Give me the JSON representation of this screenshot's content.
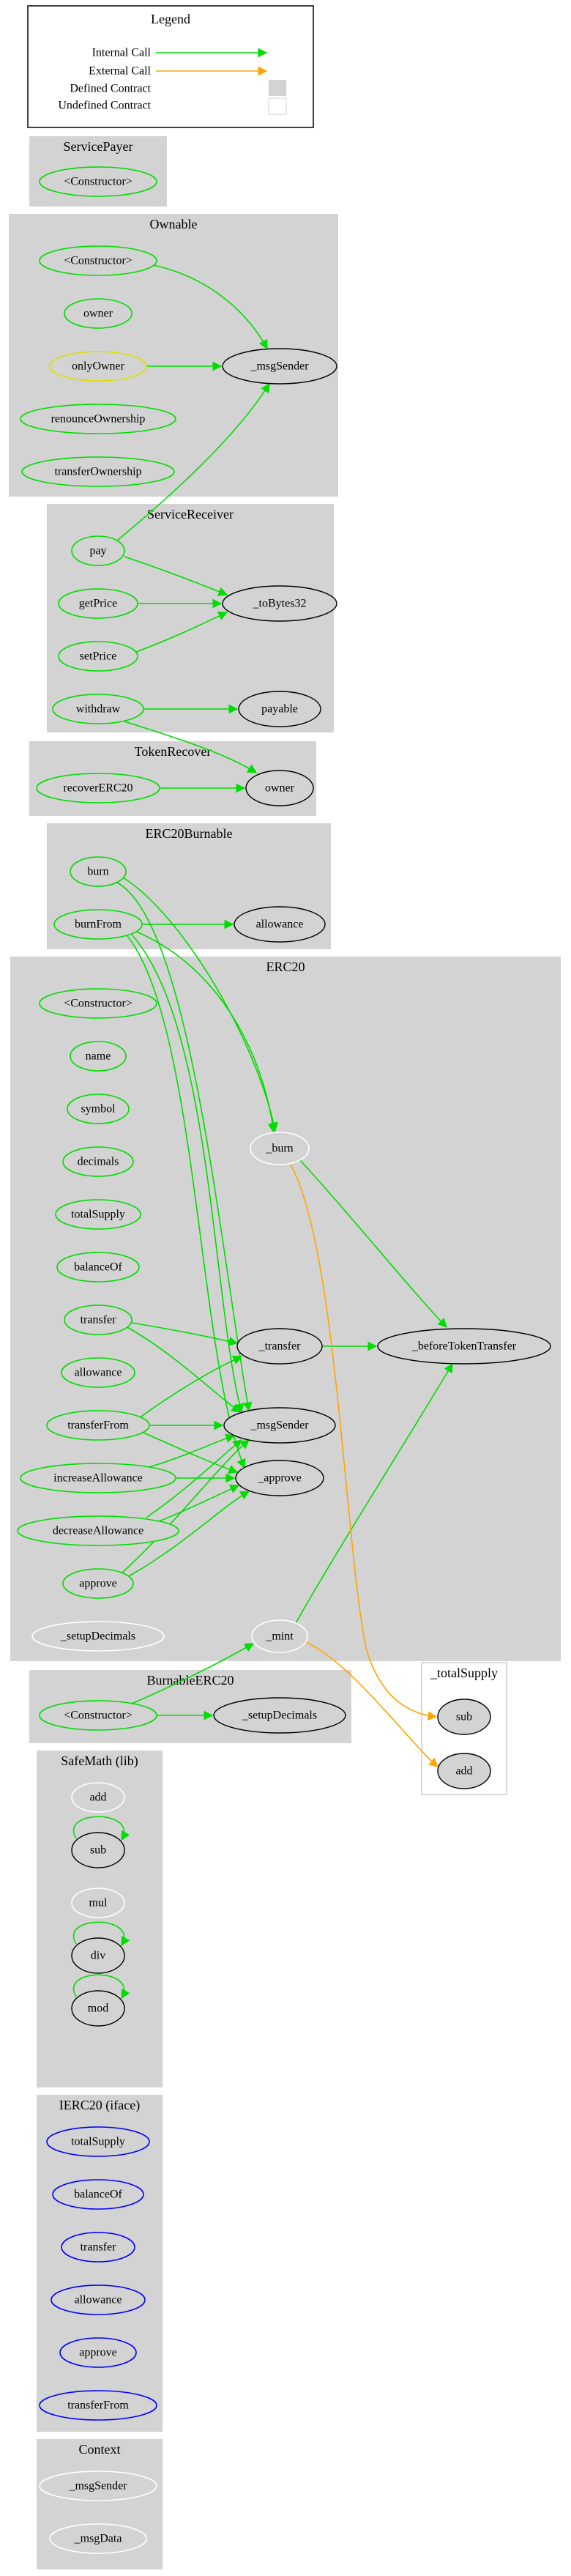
{
  "legend": {
    "title": "Legend",
    "items": [
      "Internal Call",
      "External Call",
      "Defined Contract",
      "Undefined Contract"
    ],
    "colors": {
      "internal": "#00dd00",
      "external": "#ffa500",
      "defined": "#d3d3d3",
      "undefined": "#ffffff"
    }
  },
  "colors": {
    "public": "#00dd00",
    "modifier": "#dddd00",
    "internal_stroke": "#000000",
    "undefined_internal": "#ffffff",
    "iface": "#0000ff"
  },
  "clusters": [
    {
      "title": "ServicePayer",
      "nodes": [
        {
          "id": "sp_ctor",
          "label": "<Constructor>"
        }
      ]
    },
    {
      "title": "Ownable",
      "nodes": [
        {
          "id": "ow_ctor",
          "label": "<Constructor>"
        },
        {
          "id": "ow_owner",
          "label": "owner"
        },
        {
          "id": "ow_only",
          "label": "onlyOwner"
        },
        {
          "id": "ow_renounce",
          "label": "renounceOwnership"
        },
        {
          "id": "ow_transfer",
          "label": "transferOwnership"
        },
        {
          "id": "ow_msg",
          "label": "_msgSender"
        }
      ]
    },
    {
      "title": "ServiceReceiver",
      "nodes": [
        {
          "id": "sr_pay",
          "label": "pay"
        },
        {
          "id": "sr_get",
          "label": "getPrice"
        },
        {
          "id": "sr_set",
          "label": "setPrice"
        },
        {
          "id": "sr_withdraw",
          "label": "withdraw"
        },
        {
          "id": "sr_tob",
          "label": "_toBytes32"
        },
        {
          "id": "sr_payable",
          "label": "payable"
        }
      ]
    },
    {
      "title": "TokenRecover",
      "nodes": [
        {
          "id": "tr_recover",
          "label": "recoverERC20"
        },
        {
          "id": "tr_owner",
          "label": "owner"
        }
      ]
    },
    {
      "title": "ERC20Burnable",
      "nodes": [
        {
          "id": "eb_burn",
          "label": "burn"
        },
        {
          "id": "eb_burnFrom",
          "label": "burnFrom"
        },
        {
          "id": "eb_allow",
          "label": "allowance"
        }
      ]
    },
    {
      "title": "ERC20",
      "nodes": [
        {
          "id": "e_ctor",
          "label": "<Constructor>"
        },
        {
          "id": "e_name",
          "label": "name"
        },
        {
          "id": "e_symbol",
          "label": "symbol"
        },
        {
          "id": "e_decimals",
          "label": "decimals"
        },
        {
          "id": "e_total",
          "label": "totalSupply"
        },
        {
          "id": "e_bal",
          "label": "balanceOf"
        },
        {
          "id": "e_transfer",
          "label": "transfer"
        },
        {
          "id": "e_allow",
          "label": "allowance"
        },
        {
          "id": "e_tf",
          "label": "transferFrom"
        },
        {
          "id": "e_inc",
          "label": "increaseAllowance"
        },
        {
          "id": "e_dec",
          "label": "decreaseAllowance"
        },
        {
          "id": "e_approve",
          "label": "approve"
        },
        {
          "id": "e_setup",
          "label": "_setupDecimals"
        },
        {
          "id": "e_burn",
          "label": "_burn"
        },
        {
          "id": "e_itransfer",
          "label": "_transfer"
        },
        {
          "id": "e_msg",
          "label": "_msgSender"
        },
        {
          "id": "e_iapprove",
          "label": "_approve"
        },
        {
          "id": "e_mint",
          "label": "_mint"
        },
        {
          "id": "e_before",
          "label": "_beforeTokenTransfer"
        }
      ]
    },
    {
      "title": "_totalSupply",
      "nodes": [
        {
          "id": "ts_sub",
          "label": "sub"
        },
        {
          "id": "ts_add",
          "label": "add"
        }
      ]
    },
    {
      "title": "BurnableERC20",
      "nodes": [
        {
          "id": "be_ctor",
          "label": "<Constructor>"
        },
        {
          "id": "be_setup",
          "label": "_setupDecimals"
        }
      ]
    },
    {
      "title": "SafeMath  (lib)",
      "nodes": [
        {
          "id": "sm_add",
          "label": "add"
        },
        {
          "id": "sm_sub",
          "label": "sub"
        },
        {
          "id": "sm_mul",
          "label": "mul"
        },
        {
          "id": "sm_div",
          "label": "div"
        },
        {
          "id": "sm_mod",
          "label": "mod"
        }
      ]
    },
    {
      "title": "IERC20  (iface)",
      "nodes": [
        {
          "id": "i_total",
          "label": "totalSupply"
        },
        {
          "id": "i_bal",
          "label": "balanceOf"
        },
        {
          "id": "i_transfer",
          "label": "transfer"
        },
        {
          "id": "i_allow",
          "label": "allowance"
        },
        {
          "id": "i_approve",
          "label": "approve"
        },
        {
          "id": "i_tf",
          "label": "transferFrom"
        }
      ]
    },
    {
      "title": "Context",
      "nodes": [
        {
          "id": "c_msg",
          "label": "_msgSender"
        },
        {
          "id": "c_data",
          "label": "_msgData"
        }
      ]
    }
  ]
}
